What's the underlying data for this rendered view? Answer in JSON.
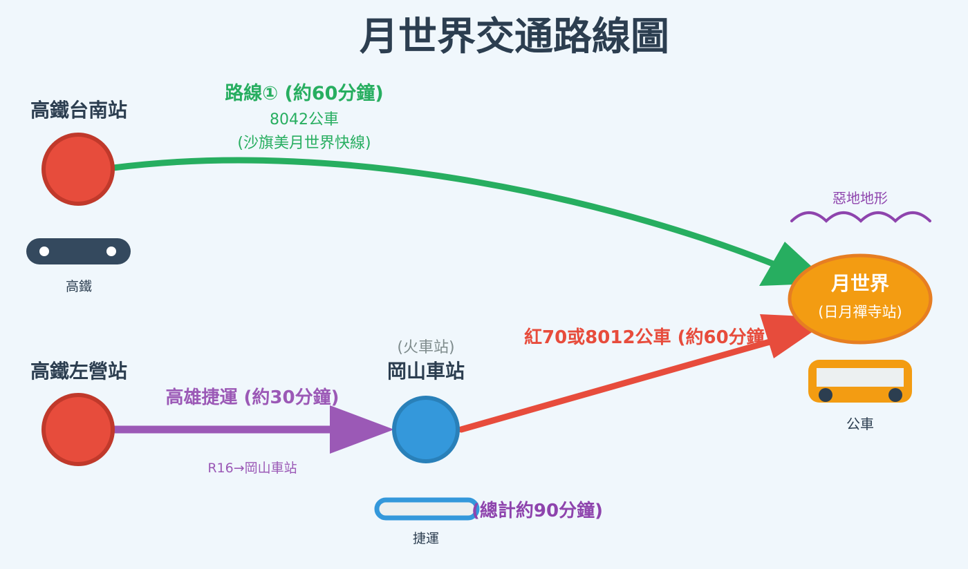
{
  "title": "月世界交通路線圖",
  "colors": {
    "background": "#f0f7fc",
    "dark": "#2c3e50",
    "green": "#27ae60",
    "purple": "#9b59b6",
    "red": "#e74c3c",
    "blue": "#3498db",
    "orange": "#f39c12",
    "gray": "#7f8c8d"
  },
  "stations": {
    "tainan": {
      "name": "高鐵台南站"
    },
    "zuoying": {
      "name": "高鐵左營站"
    },
    "gangshan": {
      "name": "岡山車站",
      "note": "(火車站)"
    },
    "moon": {
      "name": "月世界",
      "subname": "(日月禪寺站)"
    }
  },
  "routes": {
    "route1": {
      "title": "路線① (約60分鐘)",
      "bus": "8042公車",
      "line": "(沙旗美月世界快線)"
    },
    "mrt": {
      "title": "高雄捷運 (約30分鐘)",
      "detail": "R16→岡山車站"
    },
    "bus2": {
      "title": "紅70或8012公車 (約60分鐘)"
    },
    "total": "(總計約90分鐘)"
  },
  "terrain": {
    "label": "惡地地形"
  },
  "icons": {
    "hsr": {
      "label": "高鐵",
      "icon": "high-speed-rail-icon"
    },
    "metro": {
      "label": "捷運",
      "icon": "metro-train-icon"
    },
    "bus": {
      "label": "公車",
      "icon": "bus-icon"
    }
  }
}
